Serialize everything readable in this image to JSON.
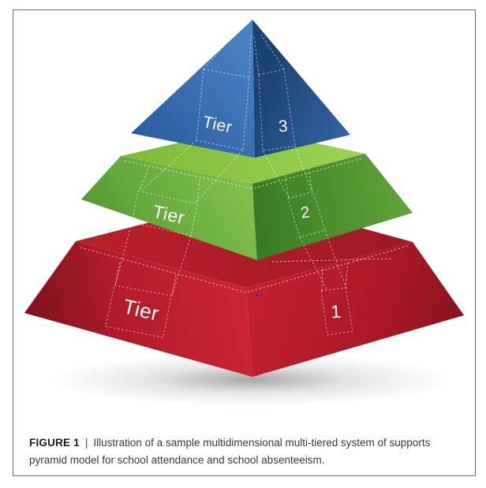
{
  "figure": {
    "label": "FIGURE 1",
    "separator": "|",
    "caption": "Illustration of a sample multidimensional multi-tiered system of supports pyramid model for school attendance and school absenteeism."
  },
  "diagram": {
    "type": "exploded-3d-pyramid",
    "tiers": [
      {
        "id": "tier-3",
        "label": "Tier",
        "number": "3",
        "position": "top",
        "color_light": "#4d86c9",
        "color_dark": "#1a4272"
      },
      {
        "id": "tier-2",
        "label": "Tier",
        "number": "2",
        "position": "middle",
        "color_light": "#7fc14c",
        "color_dark": "#397c25",
        "top_color": "#8cc63e"
      },
      {
        "id": "tier-1",
        "label": "Tier",
        "number": "1",
        "position": "bottom",
        "color_light": "#c92431",
        "color_dark": "#7c111d",
        "top_color": "#ab1c26"
      }
    ]
  }
}
